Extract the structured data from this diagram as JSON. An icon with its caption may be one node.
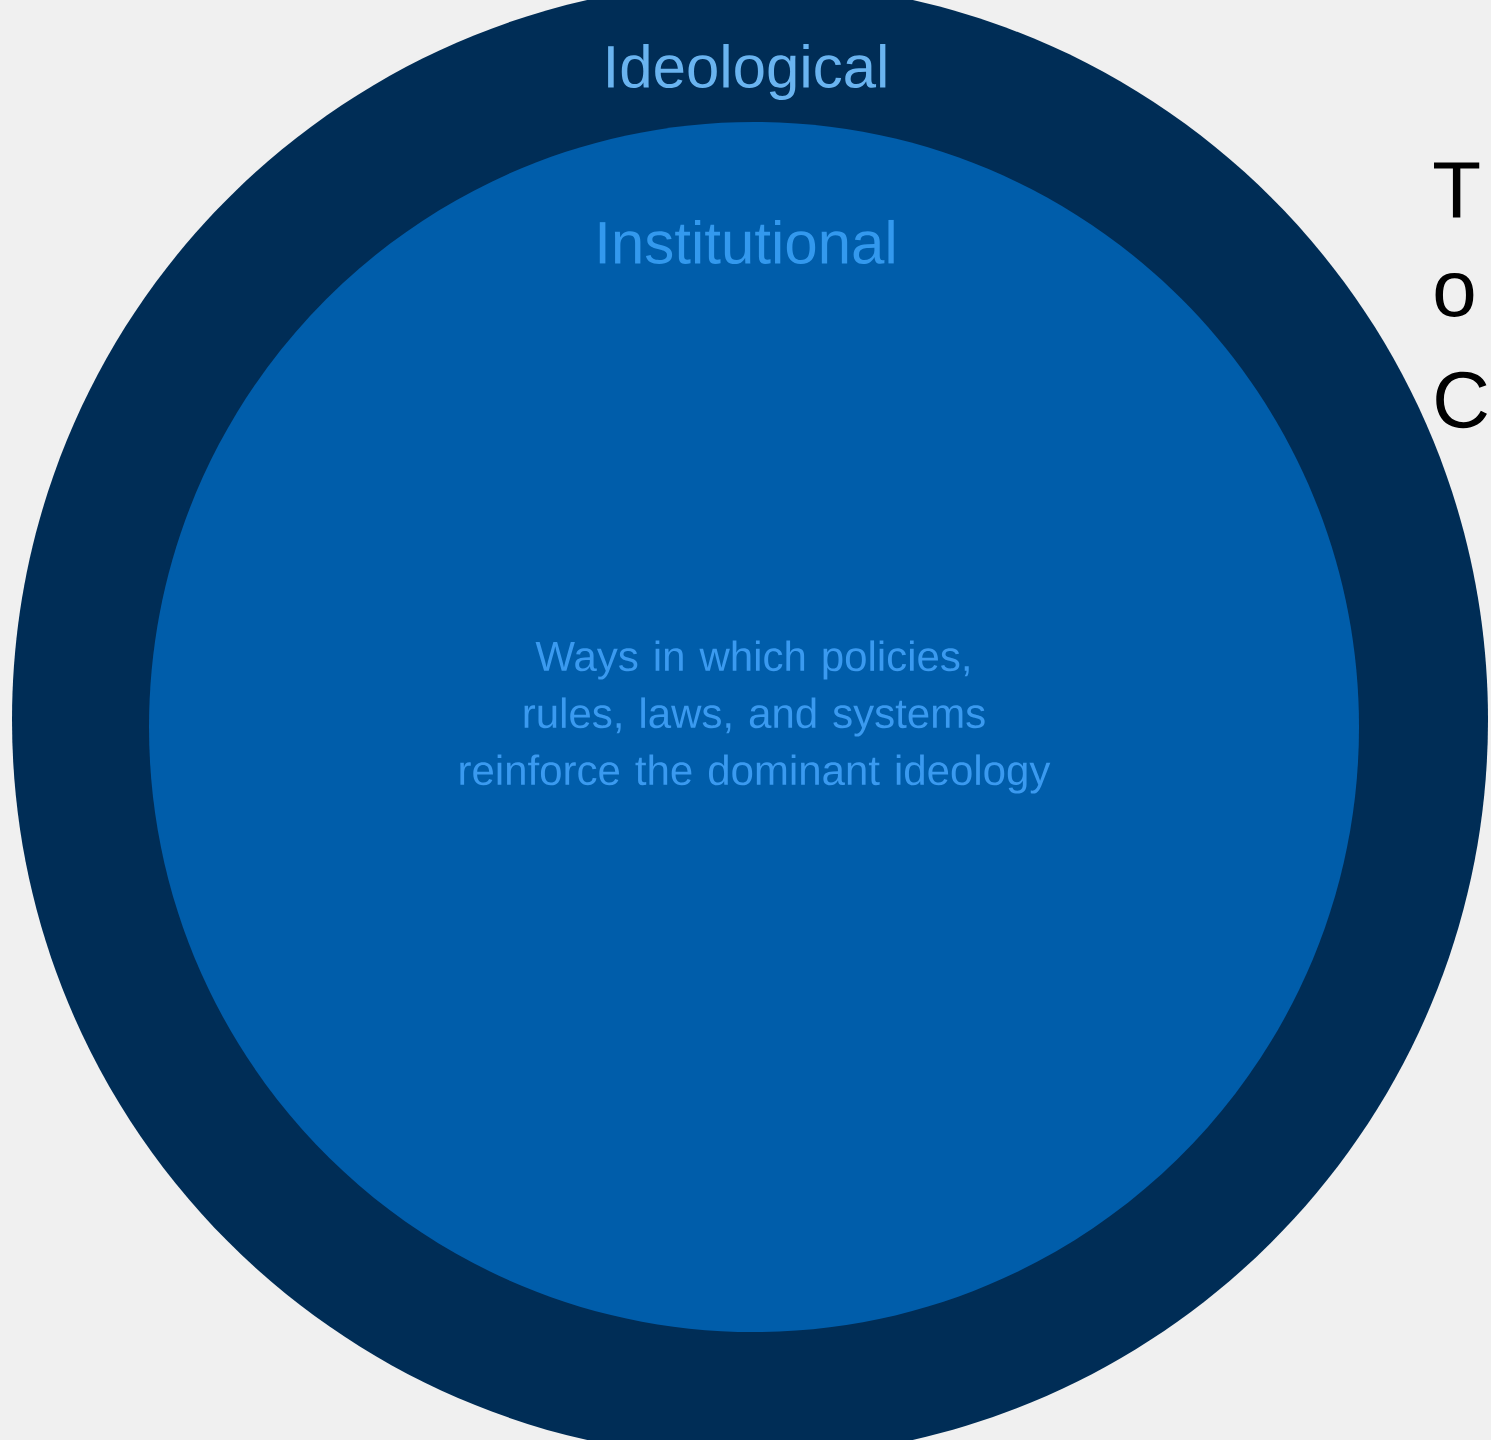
{
  "diagram": {
    "nodes": [
      {
        "text": [
          "Ideological"
        ]
      },
      {
        "text": [
          "Institutional",
          "Ways in which policies, rules, laws, and systems reinforce the dominant ideology"
        ],
        "in": 0
      }
    ],
    "labels": [
      "T",
      "o",
      "C"
    ]
  }
}
